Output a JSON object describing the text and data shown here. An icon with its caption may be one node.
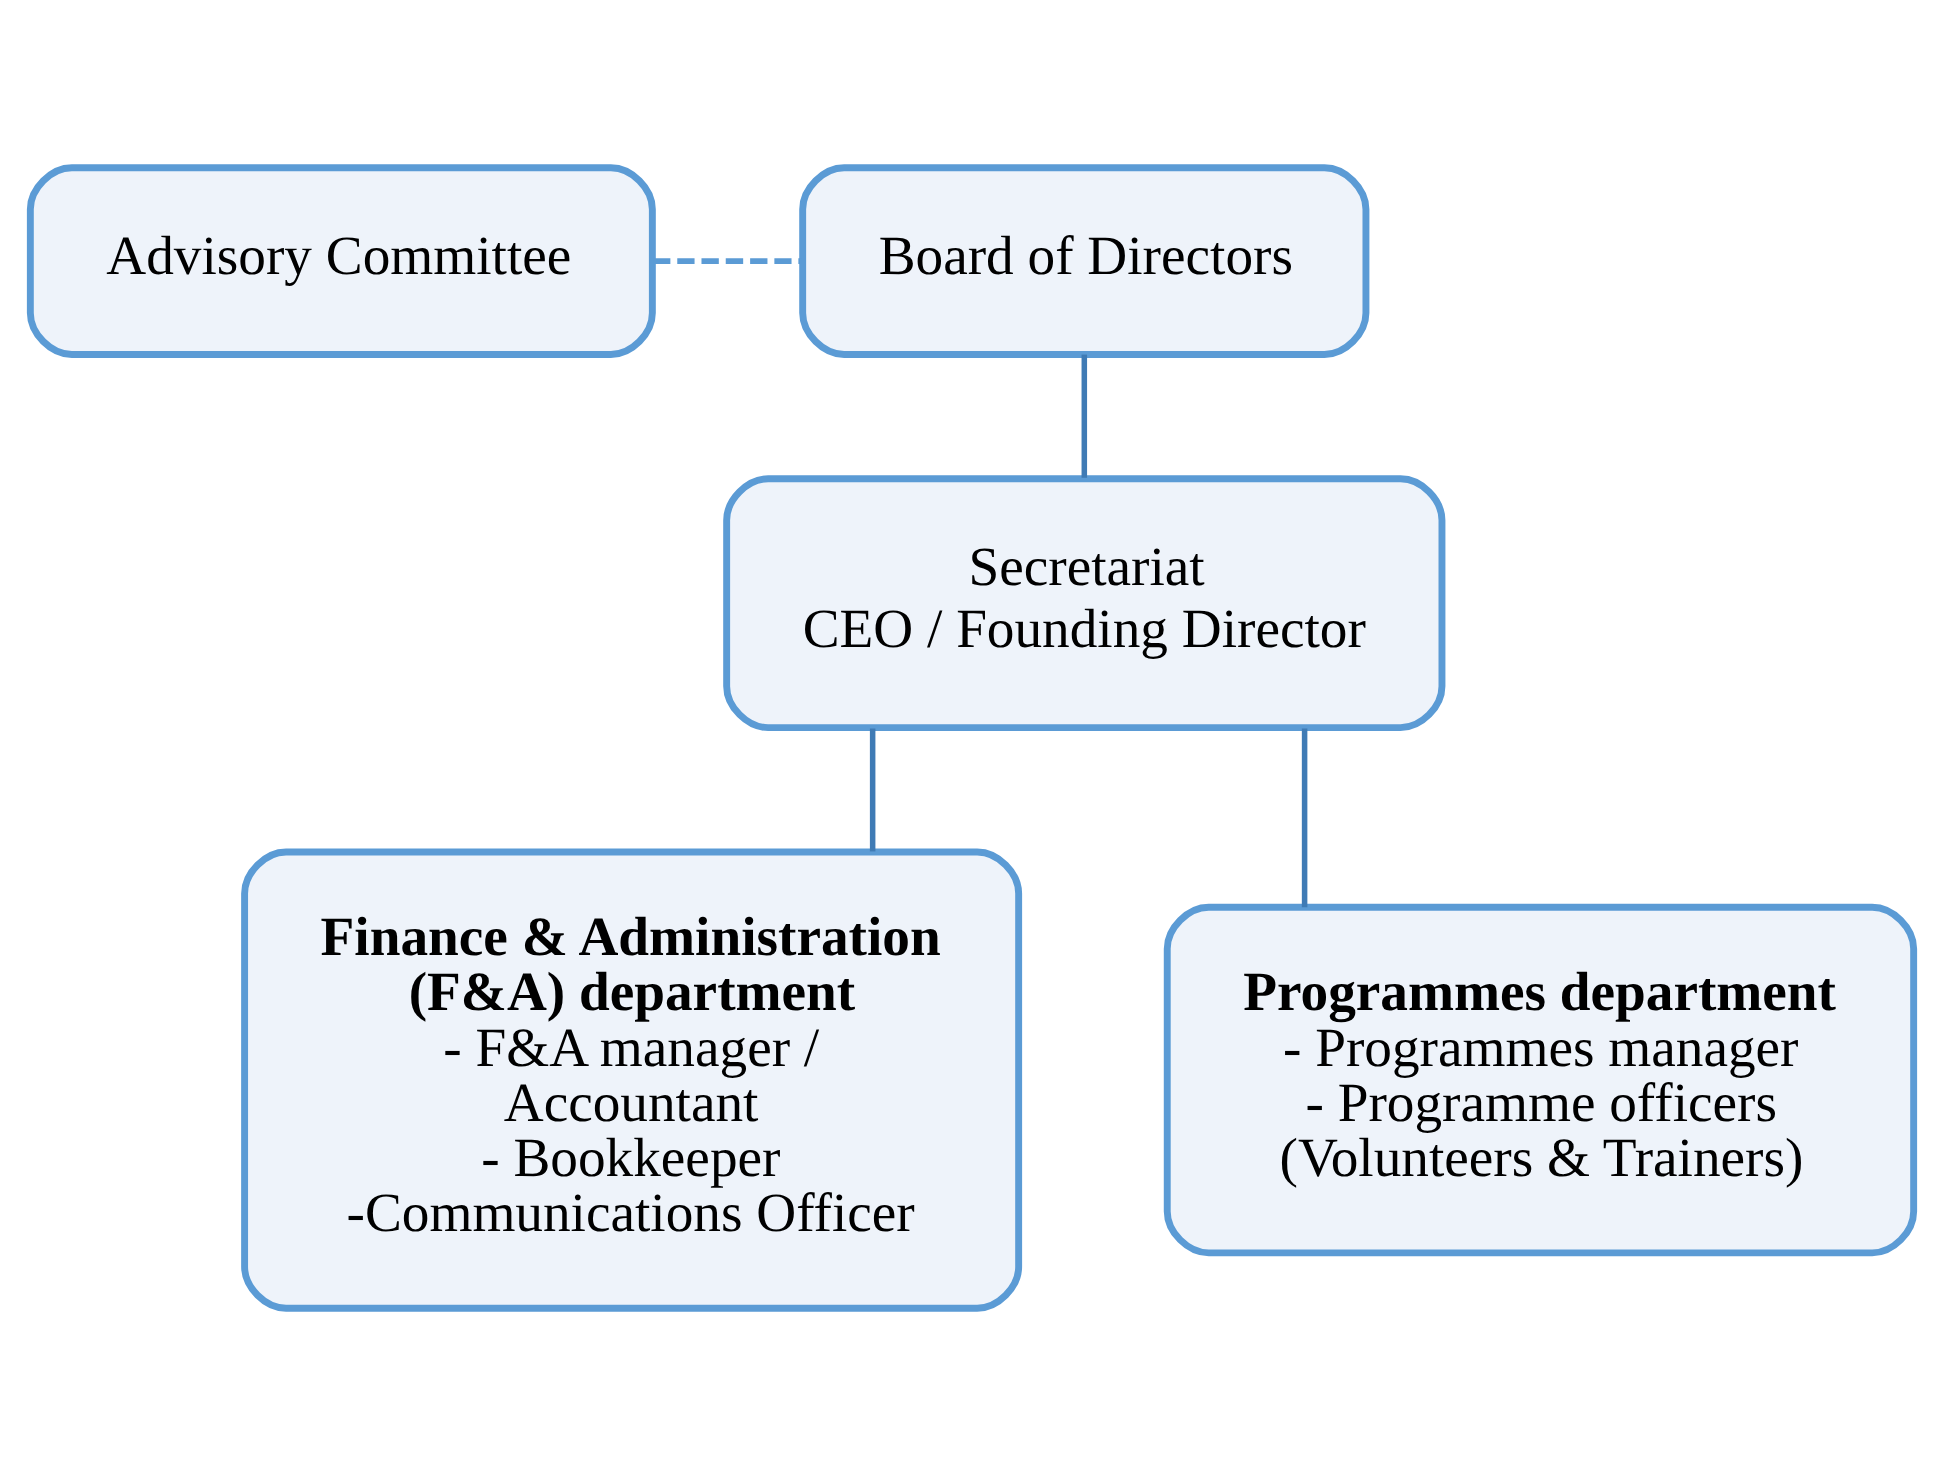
{
  "diagram": {
    "nodes": [
      {
        "text": [
          "Advisory Committee"
        ]
      },
      {
        "text": [
          "Board of Directors"
        ]
      },
      {
        "text": [
          "Secretariat",
          "CEO / Founding Director"
        ]
      },
      {
        "text": [
          "Finance & Administration (F&A) department",
          "- F&A manager / Accountant",
          "- Bookkeeper",
          "-Communications Officer"
        ]
      },
      {
        "text": [
          "Programmes department",
          "- Programmes manager",
          "- Programme officers (Volunteers & Trainers)"
        ]
      }
    ],
    "edges": [
      {
        "from": 0,
        "to": 1,
        "arrow": "none",
        "style": "dashed",
        "color": "#5b9bd5"
      },
      {
        "from": 1,
        "to": 2,
        "arrow": "none"
      },
      {
        "from": 2,
        "to": 3,
        "arrow": "none"
      },
      {
        "from": 2,
        "to": 4,
        "arrow": "none"
      }
    ]
  }
}
